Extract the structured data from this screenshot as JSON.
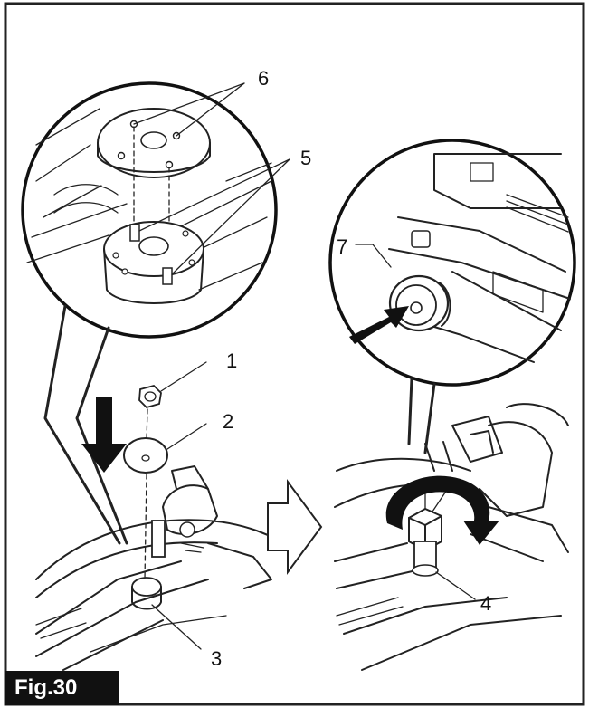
{
  "figure": {
    "label": "Fig.30",
    "callouts": {
      "c1": "1",
      "c2": "2",
      "c3": "3",
      "c4": "4",
      "c5": "5",
      "c6": "6",
      "c7": "7"
    }
  }
}
